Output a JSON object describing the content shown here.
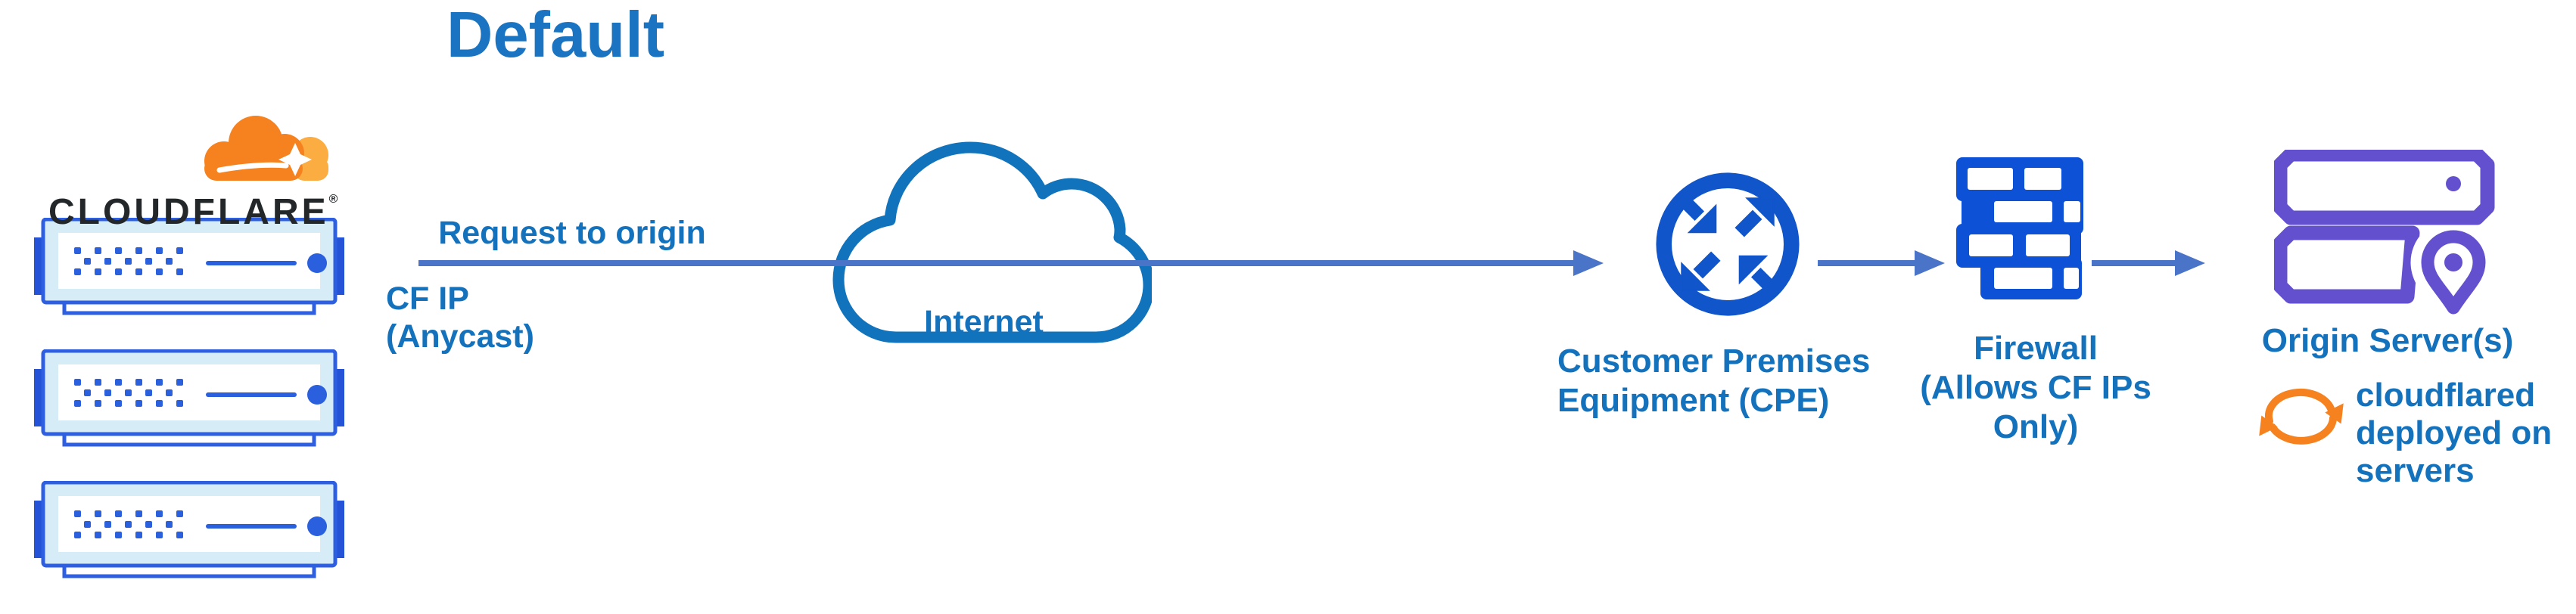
{
  "title": "Default",
  "colors": {
    "title_blue": "#1a74c2",
    "label_blue": "#1472bd",
    "connector_blue": "#4a74c8",
    "cloud_outline_blue": "#1173bc",
    "cpe_blue": "#1155cb",
    "firewall_blue": "#0d52d6",
    "server_blue": "#2d5fe0",
    "server_tab_blue": "#2453d8",
    "server_panel_blue": "#d6ecf6",
    "origin_purple": "#6350ce",
    "cloudflare_orange": "#f6821f",
    "cloudflare_orange_light": "#fbad41",
    "wordmark_color": "#24272a"
  },
  "cloudflare": {
    "wordmark": "CLOUDFLARE",
    "registered_mark": "®"
  },
  "flow": {
    "request_arrow_label": "Request to origin",
    "cf_ip_label": "CF IP\n(Anycast)"
  },
  "internet": {
    "label": "Internet"
  },
  "cpe": {
    "label": "Customer Premises\nEquipment (CPE)"
  },
  "firewall": {
    "label": "Firewall\n(Allows CF IPs Only)"
  },
  "origin": {
    "label": "Origin Server(s)",
    "note": "cloudflared\ndeployed on\nservers"
  },
  "icons": {
    "cloudflare_logo": "cloudflare-cloud-icon",
    "cf_edge_server": "rack-server-icon",
    "internet": "cloud-icon",
    "cpe": "router-crossed-arrows-icon",
    "firewall": "brick-wall-icon",
    "origin_server": "stacked-servers-icon",
    "origin_location": "location-pin-icon",
    "cloudflared": "sync-arrows-icon"
  }
}
